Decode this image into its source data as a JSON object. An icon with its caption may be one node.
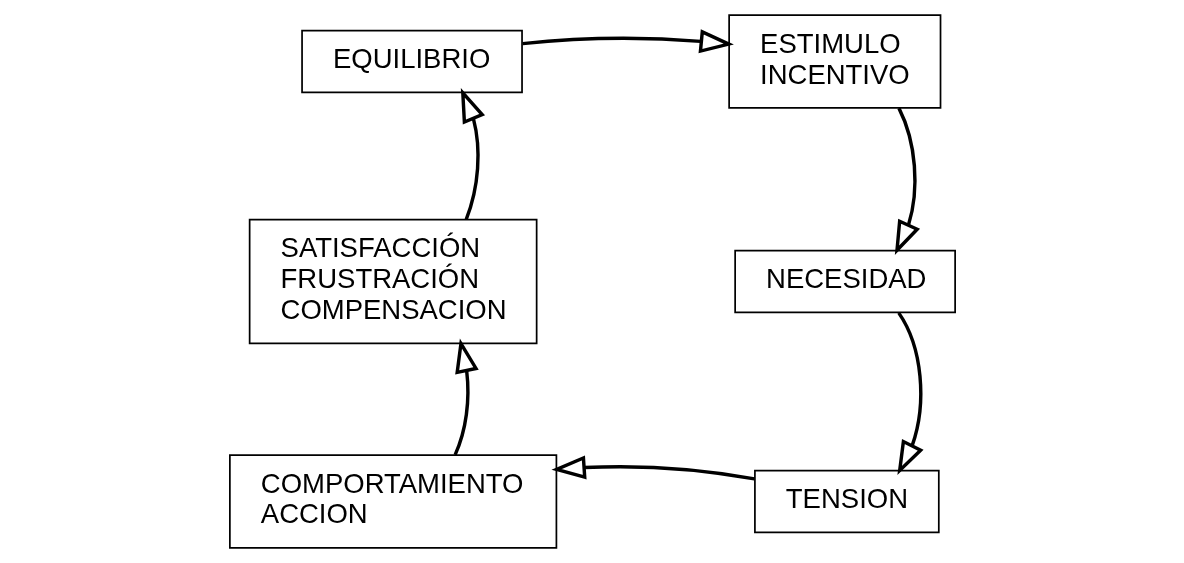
{
  "diagram": {
    "nodes": [
      {
        "text": [
          "EQUILIBRIO"
        ]
      },
      {
        "text": [
          "ESTIMULO",
          "INCENTIVO"
        ]
      },
      {
        "text": [
          "NECESIDAD"
        ]
      },
      {
        "text": [
          "TENSION"
        ]
      },
      {
        "text": [
          "COMPORTAMIENTO",
          "ACCION"
        ]
      },
      {
        "text": [
          "SATISFACCIÓN",
          "FRUSTRACIÓN",
          "COMPENSACION"
        ]
      }
    ],
    "edges": [
      {
        "from": 0,
        "to": 1,
        "arrow": "to"
      },
      {
        "from": 1,
        "to": 2,
        "arrow": "to"
      },
      {
        "from": 2,
        "to": 3,
        "arrow": "to"
      },
      {
        "from": 3,
        "to": 4,
        "arrow": "to"
      },
      {
        "from": 4,
        "to": 5,
        "arrow": "to"
      },
      {
        "from": 5,
        "to": 0,
        "arrow": "to"
      }
    ]
  }
}
